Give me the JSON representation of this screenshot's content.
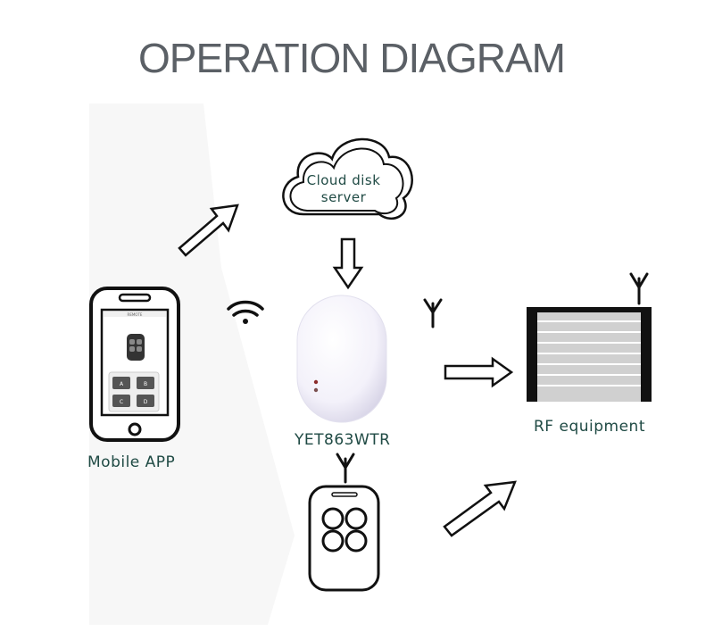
{
  "title": "OPERATION DIAGRAM",
  "nodes": {
    "cloud": {
      "line1": "Cloud disk",
      "line2": "server"
    },
    "app": {
      "label": "Mobile APP",
      "screen_header": "REMOTE",
      "buttons": [
        "A",
        "B",
        "C",
        "D"
      ]
    },
    "device": {
      "label": "YET863WTR"
    },
    "rf": {
      "label": "RF equipment"
    }
  },
  "colors": {
    "label": "#1f4a44",
    "title": "#5b6066",
    "outline": "#111111"
  }
}
